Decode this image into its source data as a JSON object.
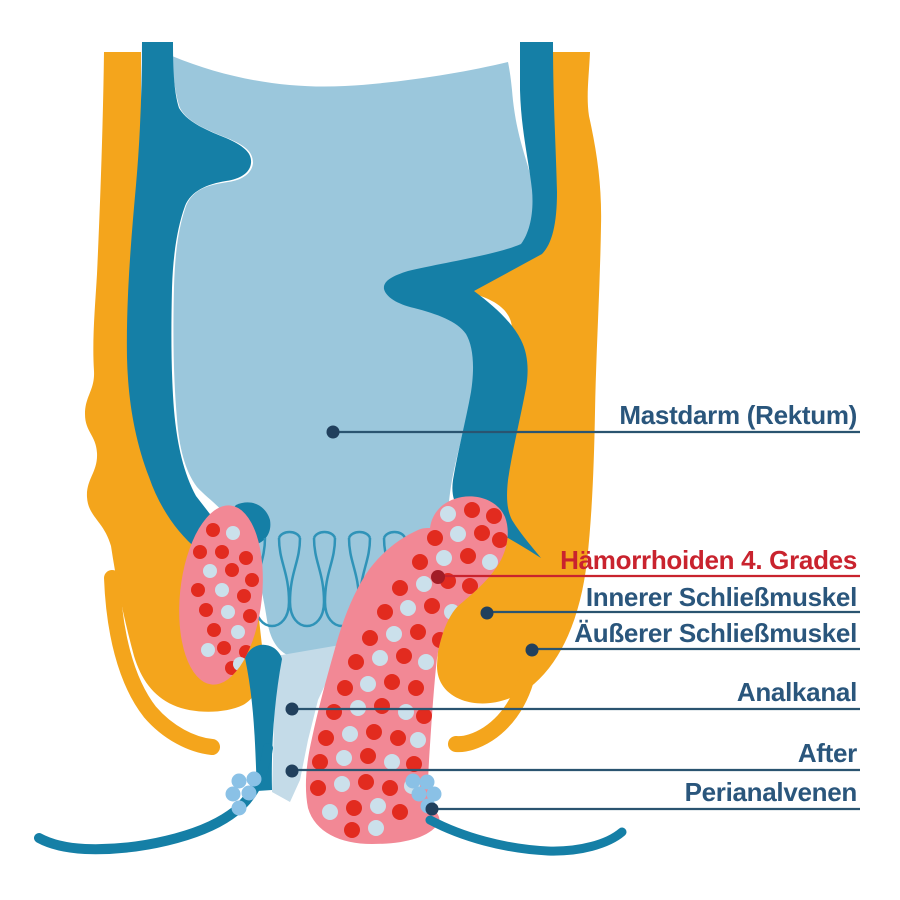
{
  "figure": {
    "type": "medical-illustration",
    "subject": "Hämorrhoiden 4. Grades (Querschnitt Enddarm)"
  },
  "labels": {
    "rectum": "Mastdarm (Rektum)",
    "hemorrhoids": "Hämorrhoiden 4. Grades",
    "inner_sphincter": "Innerer Schließmuskel",
    "outer_sphincter": "Äußerer Schließmuskel",
    "anal_canal": "Analkanal",
    "anus": "After",
    "perianal_veins": "Perianalvenen"
  },
  "colors": {
    "orange": "#F4A51C",
    "teal": "#157FA6",
    "rectum_blue": "#9BC7DC",
    "canal_blue": "#C4DBE8",
    "column_stroke": "#2F93B8",
    "pink": "#F28895",
    "red_dot": "#E22B1F",
    "pale_dot": "#CBE0EB",
    "vein_dot": "#8AC1E6",
    "label_navy": "#2A567C",
    "line_navy": "#2A5470",
    "anchor_navy": "#21405D",
    "label_red": "#C9232E",
    "anchor_dark_red": "#A21D27"
  }
}
